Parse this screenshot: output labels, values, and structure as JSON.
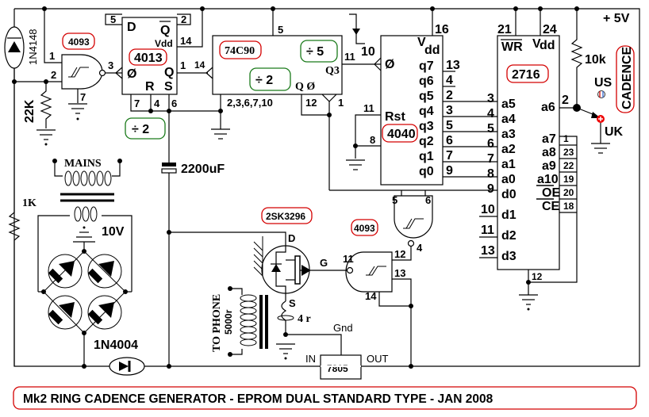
{
  "title": "Mk2  RING CADENCE GENERATOR -  EPROM DUAL STANDARD TYPE -  JAN 2008",
  "supply": "+ 5V",
  "accent_colors": {
    "chip_label_border": "#d40000",
    "divider_label_border": "#1a7a1a",
    "title_border": "#d40000"
  },
  "components": {
    "diode_top": "1N4148",
    "res_22k": "22K",
    "res_1k": "1K",
    "res_10k": "10k",
    "cap": "2200uF",
    "transformer_primary": "MAINS",
    "transformer_secondary": "10V",
    "bridge_diode": "1N4004",
    "mosfet": "2SK3296",
    "coil_4r": "4 r",
    "phone_xfmr_label": "TO PHONE",
    "phone_xfmr_ohms": "5000r",
    "regulator": "7805",
    "reg_in": "IN",
    "reg_out": "OUT",
    "reg_gnd": "Gnd"
  },
  "chips": {
    "schmitt1": "4093",
    "flipflop": "4013",
    "decade": "74C90",
    "counter": "4040",
    "eprom": "2716",
    "schmitt2": "4093"
  },
  "dividers": {
    "div_ff": "÷ 2",
    "div_90_a": "÷ 5",
    "div_90_b": "÷ 2"
  },
  "mosfet_pins": {
    "d": "D",
    "g": "G",
    "s": "S"
  },
  "ff": {
    "d": "D",
    "qbar": "Q",
    "vdd": "Vdd",
    "clk": "Ø",
    "q": "Q",
    "r": "R",
    "s": "S",
    "pins": {
      "p5": "5",
      "p2": "2",
      "p14": "14",
      "p3": "3",
      "p1": "1",
      "p7": "7",
      "p4": "4",
      "p6": "6"
    }
  },
  "nand1_pins": {
    "p1": "1",
    "p2": "2",
    "p7": "7"
  },
  "c90": {
    "pins": {
      "p5": "5",
      "p14": "14",
      "p11": "11",
      "p12": "12",
      "p1": "1",
      "gnd": "2,3,6,7,10"
    },
    "q3": "Q3",
    "q0": "Q Ø"
  },
  "c4040": {
    "vdd": "V",
    "vdd_sub": "dd",
    "clk": "Ø",
    "rst": "Rst",
    "pins": {
      "p16": "16",
      "p10": "10",
      "p11": "11",
      "p8": "8"
    },
    "outputs": [
      {
        "label": "q7",
        "pin": "13"
      },
      {
        "label": "q6",
        "pin": "4"
      },
      {
        "label": "q5",
        "pin": "2"
      },
      {
        "label": "q4",
        "pin": "3"
      },
      {
        "label": "q3",
        "pin": "5"
      },
      {
        "label": "q2",
        "pin": "6"
      },
      {
        "label": "q1",
        "pin": "7"
      },
      {
        "label": "q0",
        "pin": "9"
      }
    ]
  },
  "eprom": {
    "wr": "WR",
    "vdd": "V",
    "vdd_sub": "dd",
    "pins": {
      "p21": "21",
      "p24": "24",
      "p2": "2",
      "p12": "12"
    },
    "left_inputs": [
      {
        "label": "a5",
        "pin": "3"
      },
      {
        "label": "a4",
        "pin": "4"
      },
      {
        "label": "a3",
        "pin": "5"
      },
      {
        "label": "a2",
        "pin": "6"
      },
      {
        "label": "a1",
        "pin": "7"
      },
      {
        "label": "a0",
        "pin": "8"
      },
      {
        "label": "d0",
        "pin": "9"
      },
      {
        "label": "d1",
        "pin": "10"
      },
      {
        "label": "d2",
        "pin": "11"
      },
      {
        "label": "d3",
        "pin": "13"
      }
    ],
    "a6": "a6",
    "right_pins": [
      {
        "label": "a7",
        "pin": "1"
      },
      {
        "label": "a8",
        "pin": "23"
      },
      {
        "label": "a9",
        "pin": "22"
      },
      {
        "label": "a10",
        "pin": "19"
      },
      {
        "label": "OE",
        "pin": "20"
      },
      {
        "label": "CE",
        "pin": "18"
      }
    ]
  },
  "nand2_pins": {
    "p5": "5",
    "p6": "6",
    "p4": "4"
  },
  "nand3_pins": {
    "p11": "11",
    "p12": "12",
    "p13": "13",
    "p14": "14"
  },
  "switch": {
    "label": "CADENCE",
    "us": "US",
    "uk": "UK"
  }
}
